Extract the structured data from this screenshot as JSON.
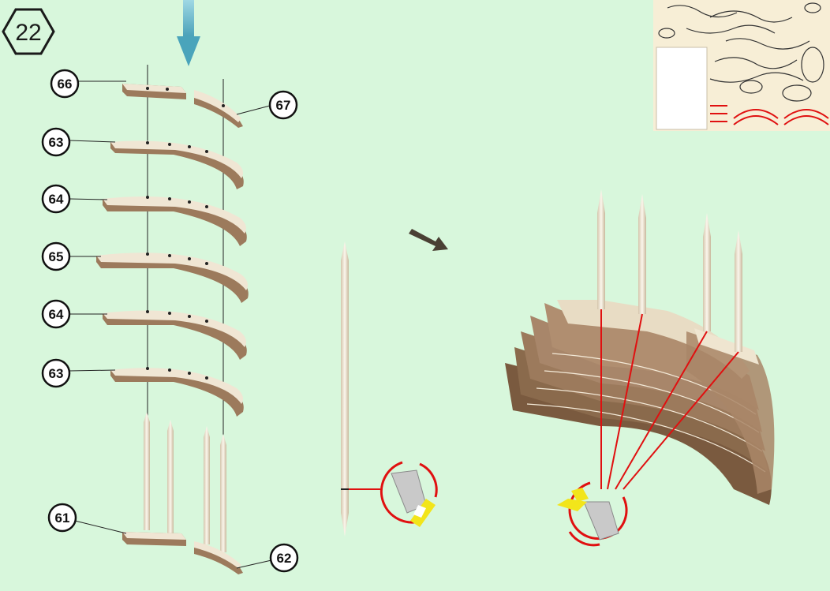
{
  "step": {
    "number": "22"
  },
  "labels": {
    "p66": "66",
    "p67": "67",
    "p63a": "63",
    "p64a": "64",
    "p65": "65",
    "p64b": "64",
    "p63b": "63",
    "p61": "61",
    "p62": "62"
  },
  "colors": {
    "background": "#d8f7dc",
    "wood_top": "#f0e6d4",
    "wood_side": "#9c7a5c",
    "pin": "#efe6d6",
    "arrow_blue": "#5fb3c6",
    "highlight_red": "#e01010",
    "tool_yellow": "#f2e51a"
  },
  "icons": {
    "step-badge": "hexagon",
    "insert-arrow": "down-arrow",
    "next-arrow": "right-down-arrow",
    "cutter-tool": "utility-knife"
  }
}
